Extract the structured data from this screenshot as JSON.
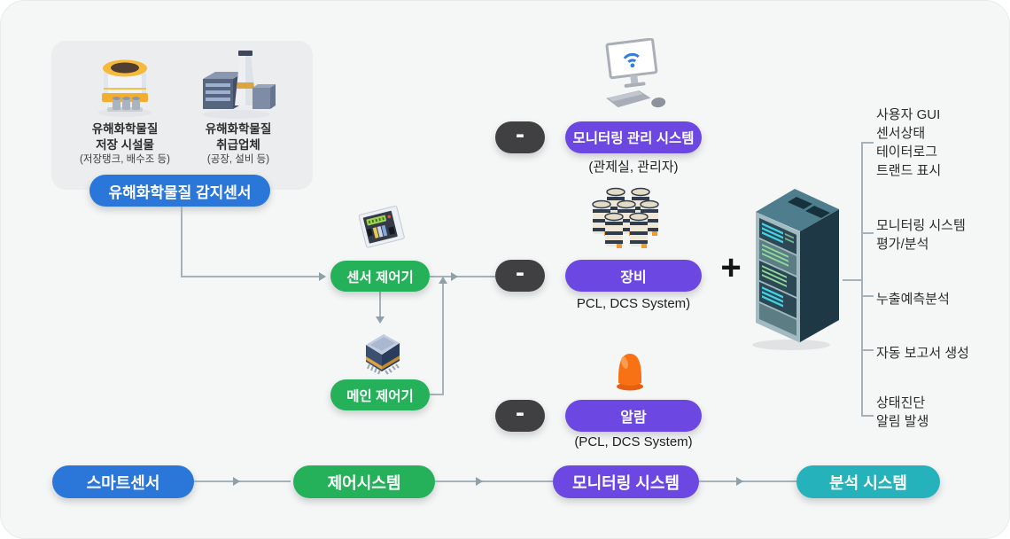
{
  "facility": {
    "items": [
      {
        "title": "유해화학물질\n저장 시설물",
        "subtitle": "(저장탱크, 배수조 등)",
        "icon": "storage-tank"
      },
      {
        "title": "유해화학물질\n취급업체",
        "subtitle": "(공장, 설비 등)",
        "icon": "factory"
      }
    ],
    "badge": "유해화학물질 감지센서"
  },
  "controllers": {
    "sensor_label": "센서 제어기",
    "main_label": "메인 제어기"
  },
  "dash": "-",
  "plus": "+",
  "systems": [
    {
      "label": "모니터링 관리 시스템",
      "caption": "(관제실, 관리자)",
      "icon": "monitor-wifi"
    },
    {
      "label": "장비",
      "caption": "PCL, DCS System)",
      "icon": "chemical-drums"
    },
    {
      "label": "알람",
      "caption": "(PCL, DCS System)",
      "icon": "alarm-lamp"
    }
  ],
  "analysis_features": [
    {
      "text": "사용자 GUI\n센서상태\n테이터로그\n트랜드 표시"
    },
    {
      "text": "모니터링 시스템\n평가/분석"
    },
    {
      "text": "누출예측분석"
    },
    {
      "text": "자동 보고서 생성"
    },
    {
      "text": "상태진단\n알림 발생"
    }
  ],
  "flow_stages": [
    {
      "label": "스마트센서",
      "color": "#2b76d9"
    },
    {
      "label": "제어시스템",
      "color": "#25b15a"
    },
    {
      "label": "모니터링 시스템",
      "color": "#6c47e2"
    },
    {
      "label": "분석 시스템",
      "color": "#25b2ba"
    }
  ],
  "colors": {
    "background": "#f5f6f6",
    "facility_box": "#ebedef",
    "blue": "#2b76d9",
    "green": "#25b15a",
    "purple": "#6c47e2",
    "teal": "#25b2ba",
    "dark_badge": "#404043",
    "connector_line": "#a6b2b9"
  }
}
